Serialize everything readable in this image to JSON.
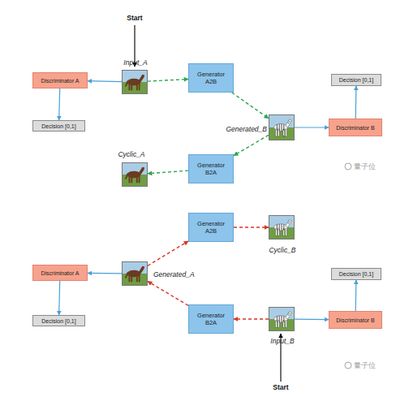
{
  "diagram": {
    "nodes": [
      {
        "text": [
          "Input_A"
        ]
      },
      {
        "text": [
          "Discriminator A"
        ]
      },
      {
        "text": [
          "Generator A2B"
        ]
      },
      {
        "text": [
          "Decision [0,1]"
        ]
      },
      {
        "text": [
          "Decision [0,1]"
        ]
      },
      {
        "text": [
          "Generated_B"
        ]
      },
      {
        "text": [
          "Discriminator B"
        ]
      },
      {
        "text": [
          "Generator B2A"
        ]
      },
      {
        "text": [
          "Cyclic_A"
        ]
      },
      {
        "text": [
          "Generator A2B"
        ]
      },
      {
        "text": [
          "Cyclic_B"
        ]
      },
      {
        "text": [
          "Discriminator A"
        ]
      },
      {
        "text": [
          "Generated_A"
        ]
      },
      {
        "text": [
          "Decision [0,1]"
        ]
      },
      {
        "text": [
          "Decision [0,1]"
        ]
      },
      {
        "text": [
          "Generator B2A"
        ]
      },
      {
        "text": [
          "Input_B"
        ]
      },
      {
        "text": [
          "Discriminator B"
        ]
      }
    ],
    "edges": [
      {
        "from": 0,
        "to": 1,
        "arrow": "to"
      },
      {
        "from": 1,
        "to": 4,
        "arrow": "to"
      },
      {
        "from": 0,
        "to": 2,
        "arrow": "to"
      },
      {
        "from": 2,
        "to": 5,
        "arrow": "to"
      },
      {
        "from": 5,
        "to": 6,
        "arrow": "to"
      },
      {
        "from": 6,
        "to": 3,
        "arrow": "to"
      },
      {
        "from": 5,
        "to": 7,
        "arrow": "to"
      },
      {
        "from": 7,
        "to": 8,
        "arrow": "to"
      },
      {
        "from": 16,
        "to": 15,
        "arrow": "to"
      },
      {
        "from": 15,
        "to": 12,
        "arrow": "to"
      },
      {
        "from": 12,
        "to": 9,
        "arrow": "to"
      },
      {
        "from": 9,
        "to": 10,
        "arrow": "to"
      },
      {
        "from": 12,
        "to": 11,
        "arrow": "to"
      },
      {
        "from": 11,
        "to": 13,
        "arrow": "to"
      },
      {
        "from": 16,
        "to": 17,
        "arrow": "to"
      },
      {
        "from": 17,
        "to": 14,
        "arrow": "to"
      }
    ],
    "labels": [
      "Start",
      "Start",
      "量子位",
      "量子位"
    ]
  }
}
